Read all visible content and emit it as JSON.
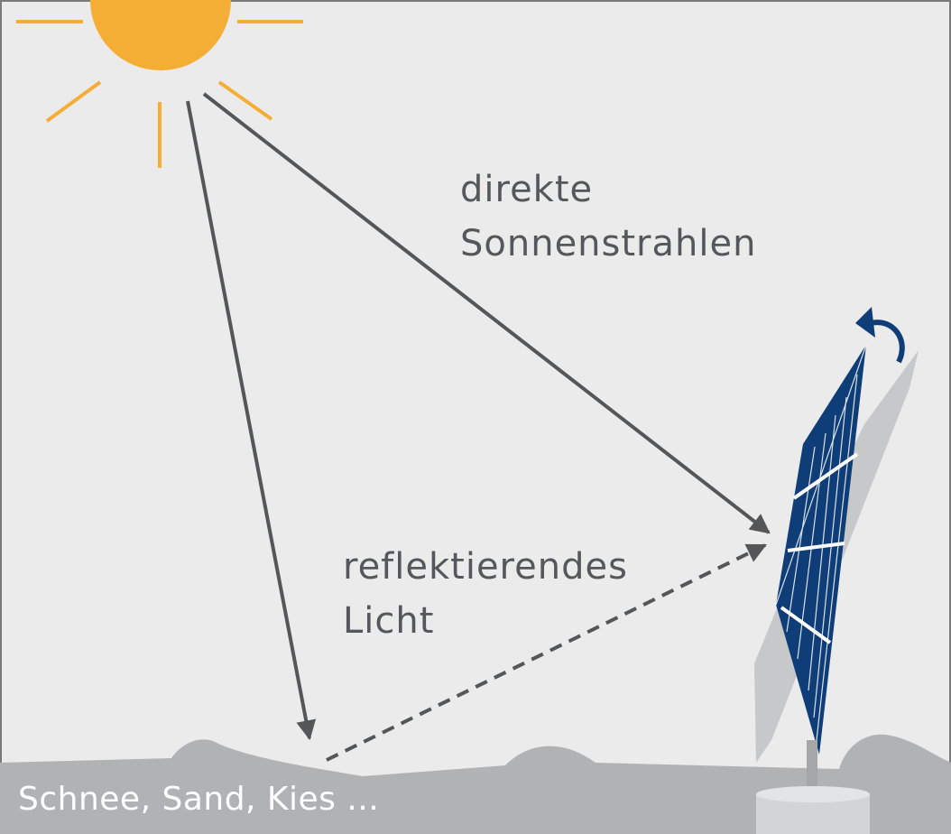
{
  "labels": {
    "direct_line1": "direkte",
    "direct_line2": "Sonnenstrahlen",
    "reflected_line1": "reflektierendes",
    "reflected_line2": "Licht",
    "ground": "Schnee, Sand, Kies ..."
  },
  "colors": {
    "background": "#ebebeb",
    "border": "#7a7a7a",
    "sun": "#f5ae35",
    "ray": "#555658",
    "ground": "#b1b2b4",
    "panel": "#0e3d78",
    "panel_lines": "#ffffff",
    "panel_shadow": "#c7c8ca",
    "rotation_arrow": "#0e3d78",
    "pole": "#a5a6a8",
    "base": "#d3d4d6"
  },
  "icons": [
    "sun-icon",
    "rotation-arrow-icon"
  ]
}
